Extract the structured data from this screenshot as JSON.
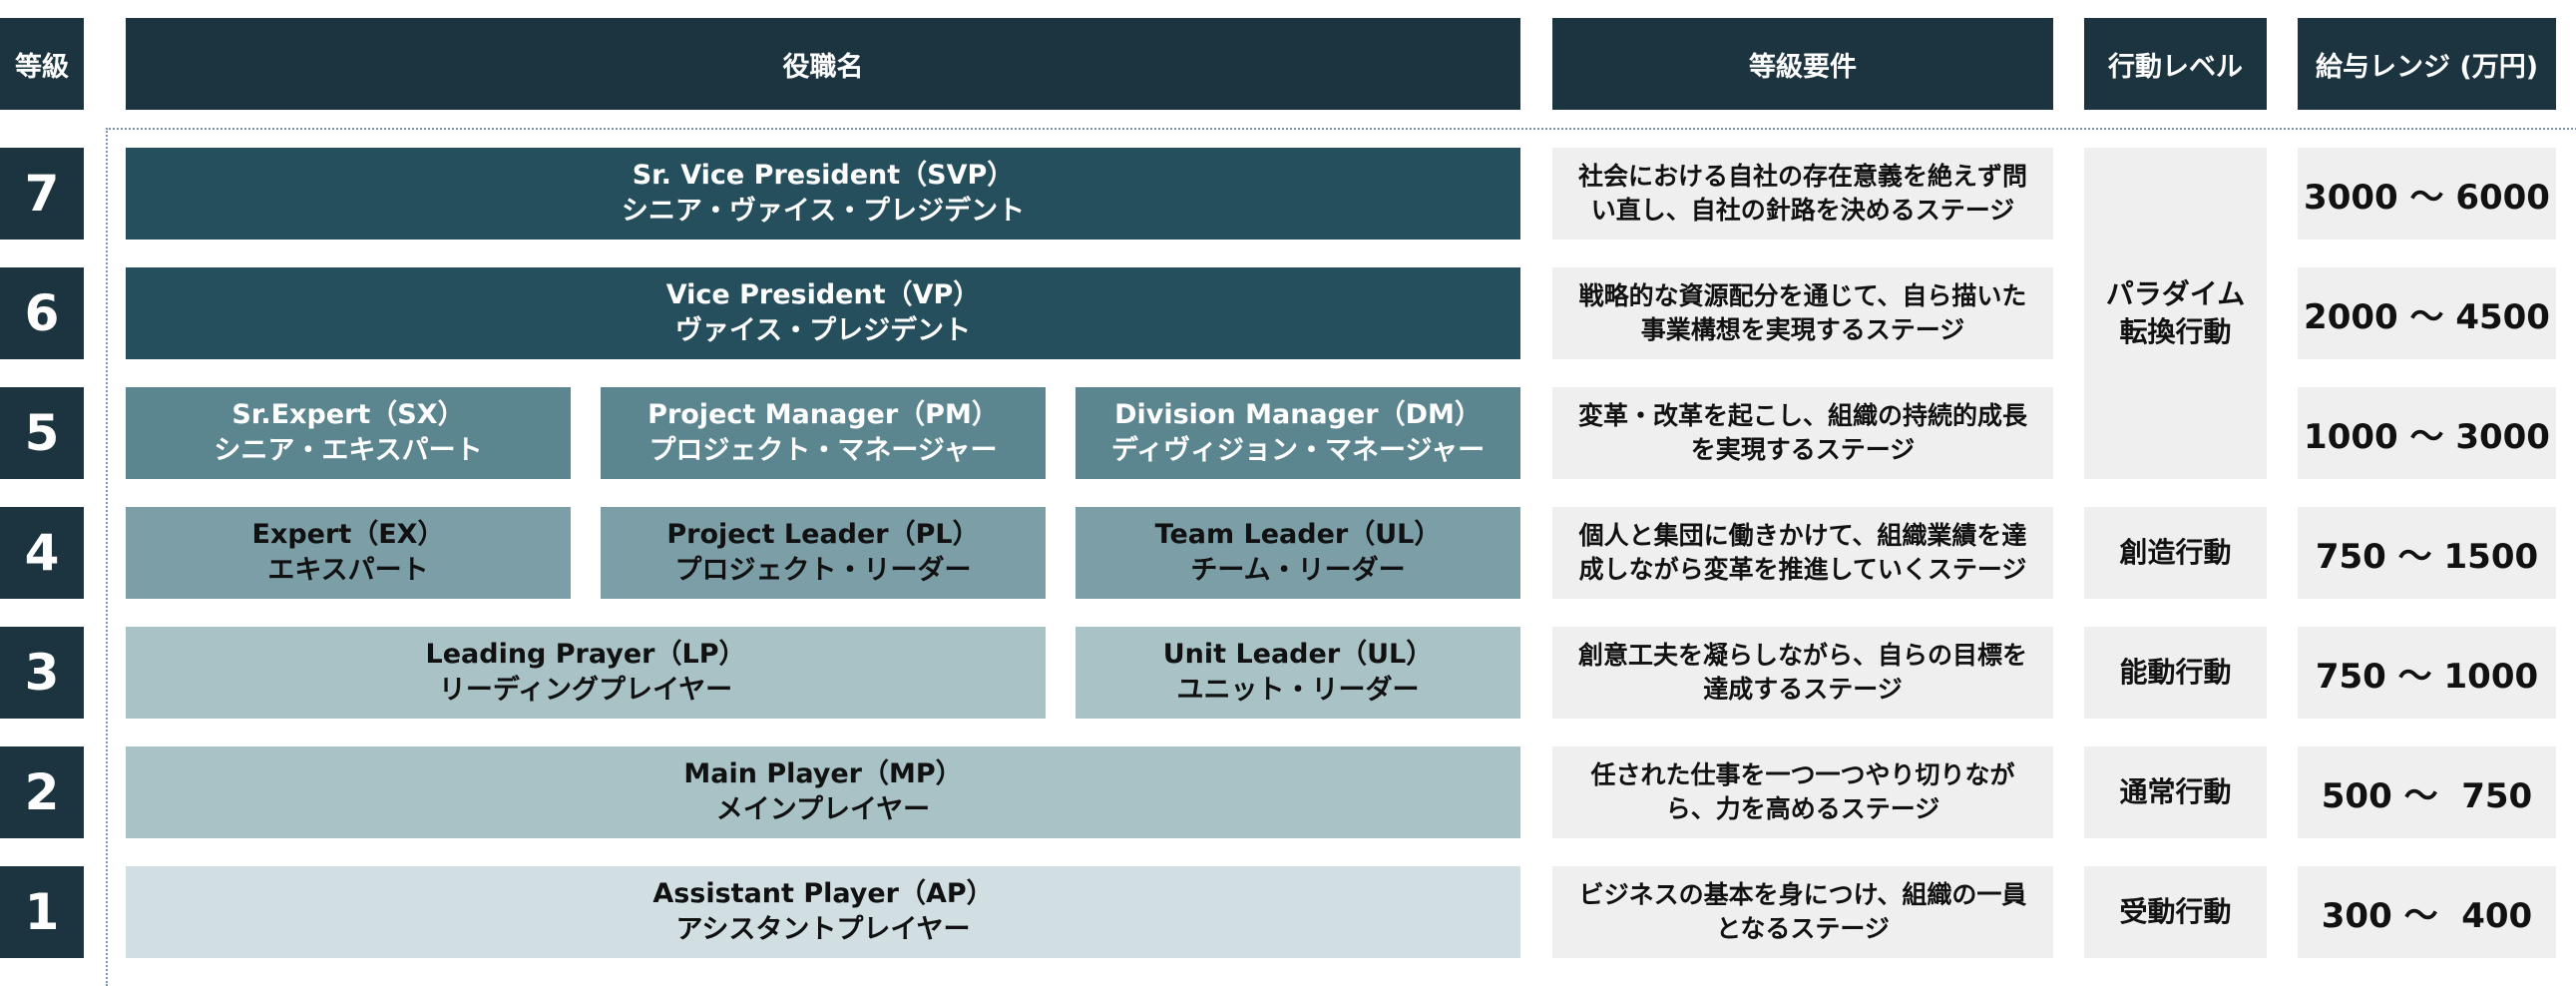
{
  "headers": {
    "grade": "等級",
    "title": "役職名",
    "requirements": "等級要件",
    "behavior": "行動レベル",
    "salary": "給与レンジ (万円)"
  },
  "grades": [
    "7",
    "6",
    "5",
    "4",
    "3",
    "2",
    "1"
  ],
  "roles": {
    "svp": {
      "en": "Sr. Vice President（SVP）",
      "ja": "シニア・ヴァイス・プレジデント"
    },
    "vp": {
      "en": "Vice President（VP）",
      "ja": "ヴァイス・プレジデント"
    },
    "sx": {
      "en": "Sr.Expert（SX）",
      "ja": "シニア・エキスパート"
    },
    "pm": {
      "en": "Project Manager（PM）",
      "ja": "プロジェクト・マネージャー"
    },
    "dm": {
      "en": "Division Manager（DM）",
      "ja": "ディヴィジョン・マネージャー"
    },
    "ex": {
      "en": "Expert（EX）",
      "ja": "エキスパート"
    },
    "pl": {
      "en": "Project Leader（PL）",
      "ja": "プロジェクト・リーダー"
    },
    "tl": {
      "en": "Team Leader（UL）",
      "ja": "チーム・リーダー"
    },
    "lp": {
      "en": "Leading Prayer（LP）",
      "ja": "リーディングプレイヤー"
    },
    "ul": {
      "en": "Unit Leader（UL）",
      "ja": "ユニット・リーダー"
    },
    "mp": {
      "en": "Main Player（MP）",
      "ja": "メインプレイヤー"
    },
    "ap": {
      "en": "Assistant Player（AP）",
      "ja": "アシスタントプレイヤー"
    }
  },
  "requirements": [
    [
      "社会における自社の存在意義を絶えず問",
      "い直し、自社の針路を決めるステージ"
    ],
    [
      "戦略的な資源配分を通じて、自ら描いた",
      "事業構想を実現するステージ"
    ],
    [
      "変革・改革を起こし、組織の持続的成長",
      "を実現するステージ"
    ],
    [
      "個人と集団に働きかけて、組織業績を達",
      "成しながら変革を推進していくステージ"
    ],
    [
      "創意工夫を凝らしながら、自らの目標を",
      "達成するステージ"
    ],
    [
      "任された仕事を一つ一つやり切りなが",
      "ら、力を高めるステージ"
    ],
    [
      "ビジネスの基本を身につけ、組織の一員",
      "となるステージ"
    ]
  ],
  "behaviors": {
    "paradigm": [
      "パラダイム",
      "転換行動"
    ],
    "creative": "創造行動",
    "active": "能動行動",
    "normal": "通常行動",
    "passive": "受動行動"
  },
  "salaries": [
    "3000 ～ 6000",
    "2000 ～ 4500",
    "1000 ～ 3000",
    "750 ～ 1500",
    "750 ～ 1000",
    "500 ～  750",
    "300 ～  400"
  ],
  "colors": {
    "header": "#1c3440",
    "tier1": "#264f5d",
    "tier2": "#5b8690",
    "tier3": "#7b9ea7",
    "tier4": "#a8c2c6",
    "tier5": "#d1dfe2",
    "cell": "#efefef"
  }
}
